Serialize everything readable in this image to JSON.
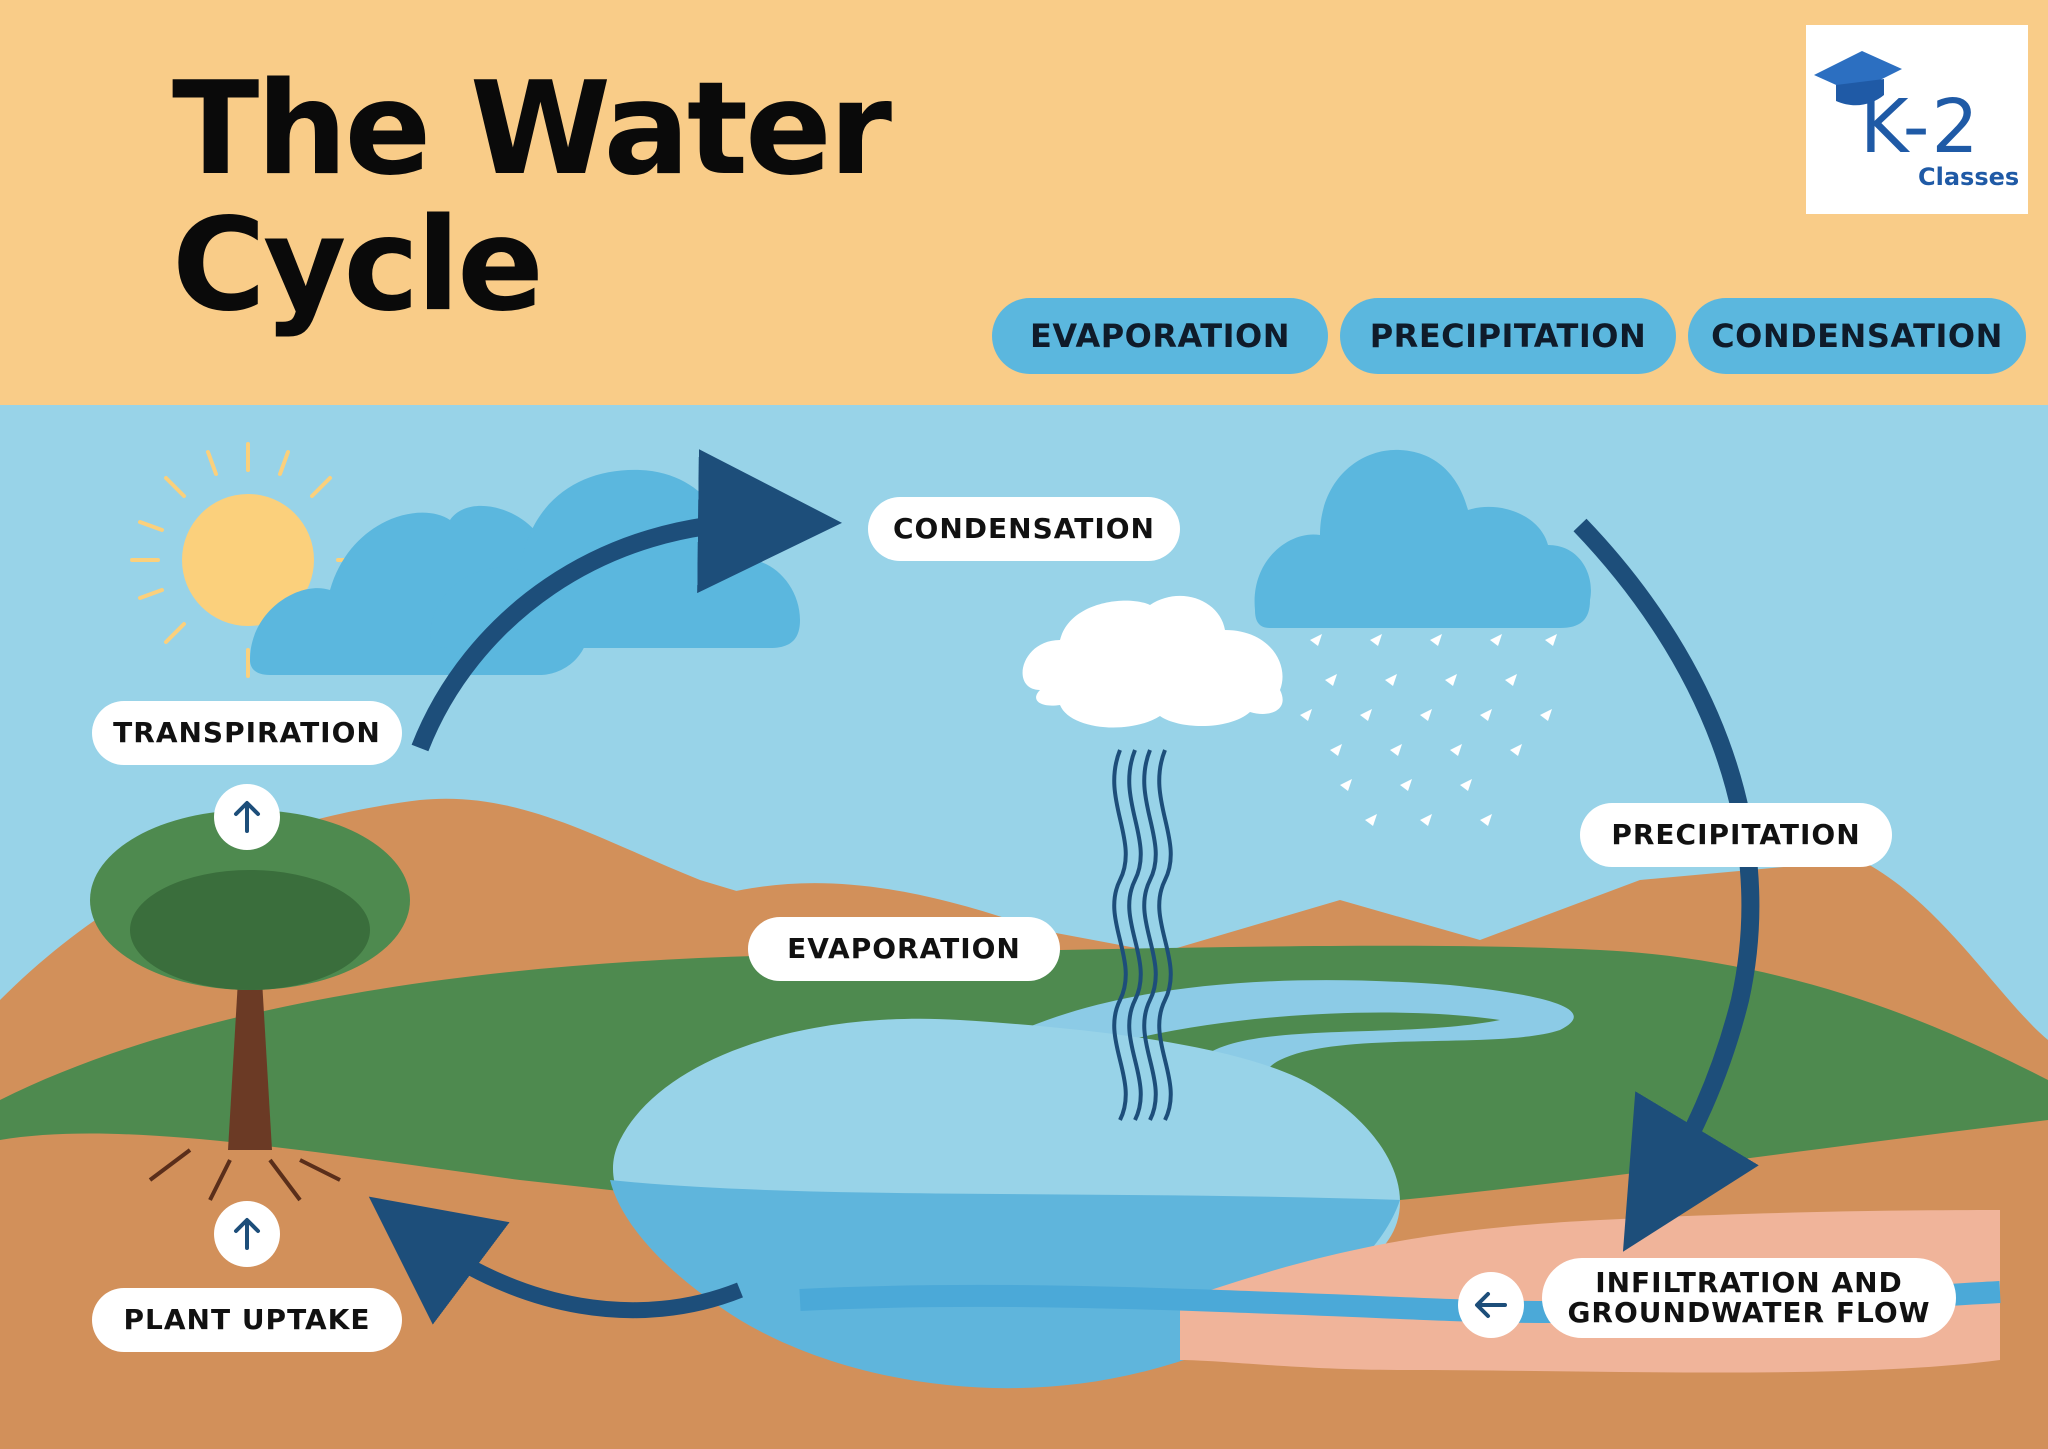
{
  "header": {
    "title_line1": "The Water",
    "title_line2": "Cycle"
  },
  "logo": {
    "text": "K-2",
    "subtext": "Classes",
    "icon": "graduation-cap-icon"
  },
  "legend": [
    "EVAPORATION",
    "PRECIPITATION",
    "CONDENSATION"
  ],
  "labels": {
    "condensation": "CONDENSATION",
    "transpiration": "TRANSPIRATION",
    "evaporation": "EVAPORATION",
    "precipitation": "PRECIPITATION",
    "plant_uptake": "PLANT UPTAKE",
    "infiltration": "INFILTRATION AND\nGROUNDWATER FLOW"
  },
  "icons": {
    "transpiration_arrow": "arrow-up-icon",
    "uptake_arrow": "arrow-up-icon",
    "groundwater_arrow": "arrow-left-icon"
  },
  "colors": {
    "header_bg": "#f9cc88",
    "sky": "#98d3e8",
    "pill": "#5bb7de",
    "arrow": "#1d4e7a",
    "sun": "#fbd07c",
    "hill": "#d2905a",
    "grass": "#4e8a4f",
    "water": "#5fb5dc",
    "soil_layer": "#f0b49a"
  }
}
